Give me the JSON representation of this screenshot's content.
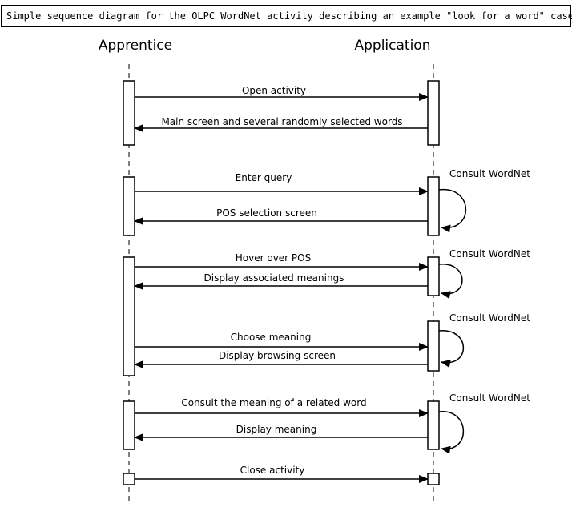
{
  "title": "Simple sequence diagram for the OLPC WordNet activity describing an example \"look for a word\" case",
  "actors": {
    "left": "Apprentice",
    "right": "Application"
  },
  "messages": [
    "Open activity",
    "Main screen and several randomly selected words",
    "Enter query",
    "POS selection screen",
    "Hover over POS",
    "Display associated meanings",
    "Choose meaning",
    "Display browsing screen",
    "Consult the meaning of a related word",
    "Display meaning",
    "Close activity"
  ],
  "self_calls": [
    "Consult WordNet",
    "Consult WordNet",
    "Consult WordNet",
    "Consult WordNet"
  ]
}
